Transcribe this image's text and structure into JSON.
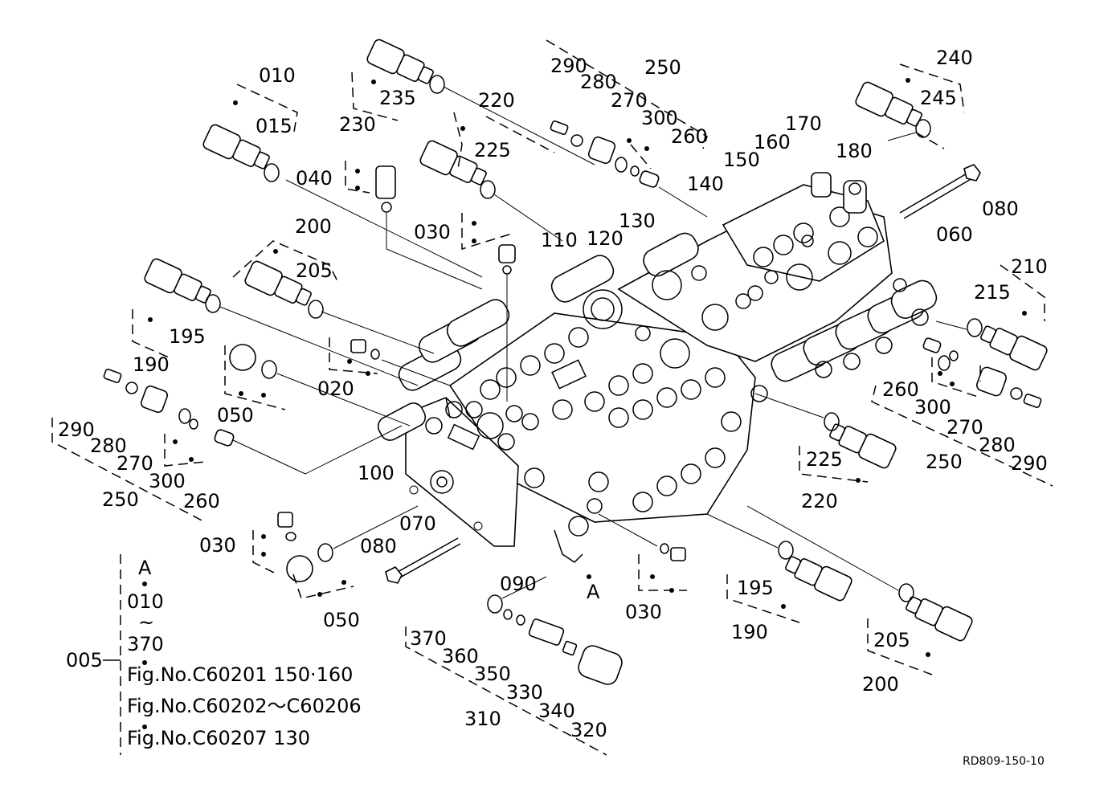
{
  "labels": {
    "p010": "010",
    "p015": "015",
    "p020": "020",
    "p030a": "030",
    "p030b": "030",
    "p030c": "030",
    "p040": "040",
    "p050a": "050",
    "p050b": "050",
    "p060": "060",
    "p070": "070",
    "p080a": "080",
    "p080b": "080",
    "p090": "090",
    "p100": "100",
    "p110": "110",
    "p120": "120",
    "p130": "130",
    "p140": "140",
    "p150": "150",
    "p160": "160",
    "p170": "170",
    "p180": "180",
    "p190a": "190",
    "p190b": "190",
    "p195a": "195",
    "p195b": "195",
    "p200a": "200",
    "p200b": "200",
    "p205a": "205",
    "p205b": "205",
    "p210": "210",
    "p215": "215",
    "p220a": "220",
    "p220b": "220",
    "p225a": "225",
    "p225b": "225",
    "p230": "230",
    "p235": "235",
    "p240": "240",
    "p245": "245",
    "p250a": "250",
    "p250b": "250",
    "p250c": "250",
    "p260a": "260",
    "p260b": "260",
    "p260c": "260",
    "p270a": "270",
    "p270b": "270",
    "p270c": "270",
    "p280a": "280",
    "p280b": "280",
    "p280c": "280",
    "p290a": "290",
    "p290b": "290",
    "p290c": "290",
    "p300a": "300",
    "p300b": "300",
    "p300c": "300",
    "p310": "310",
    "p320": "320",
    "p330": "330",
    "p340": "340",
    "p350": "350",
    "p360": "360",
    "p370": "370",
    "pA": "A"
  },
  "note": {
    "assembly": "005",
    "line1": "A",
    "line2": "010",
    "tilde": "~",
    "line3": "370",
    "fig1": "Fig.No.C60201  150·160",
    "fig2": "Fig.No.C60202～C60206",
    "fig3": "Fig.No.C60207  130"
  },
  "drawing_number": "RD809-150-10"
}
